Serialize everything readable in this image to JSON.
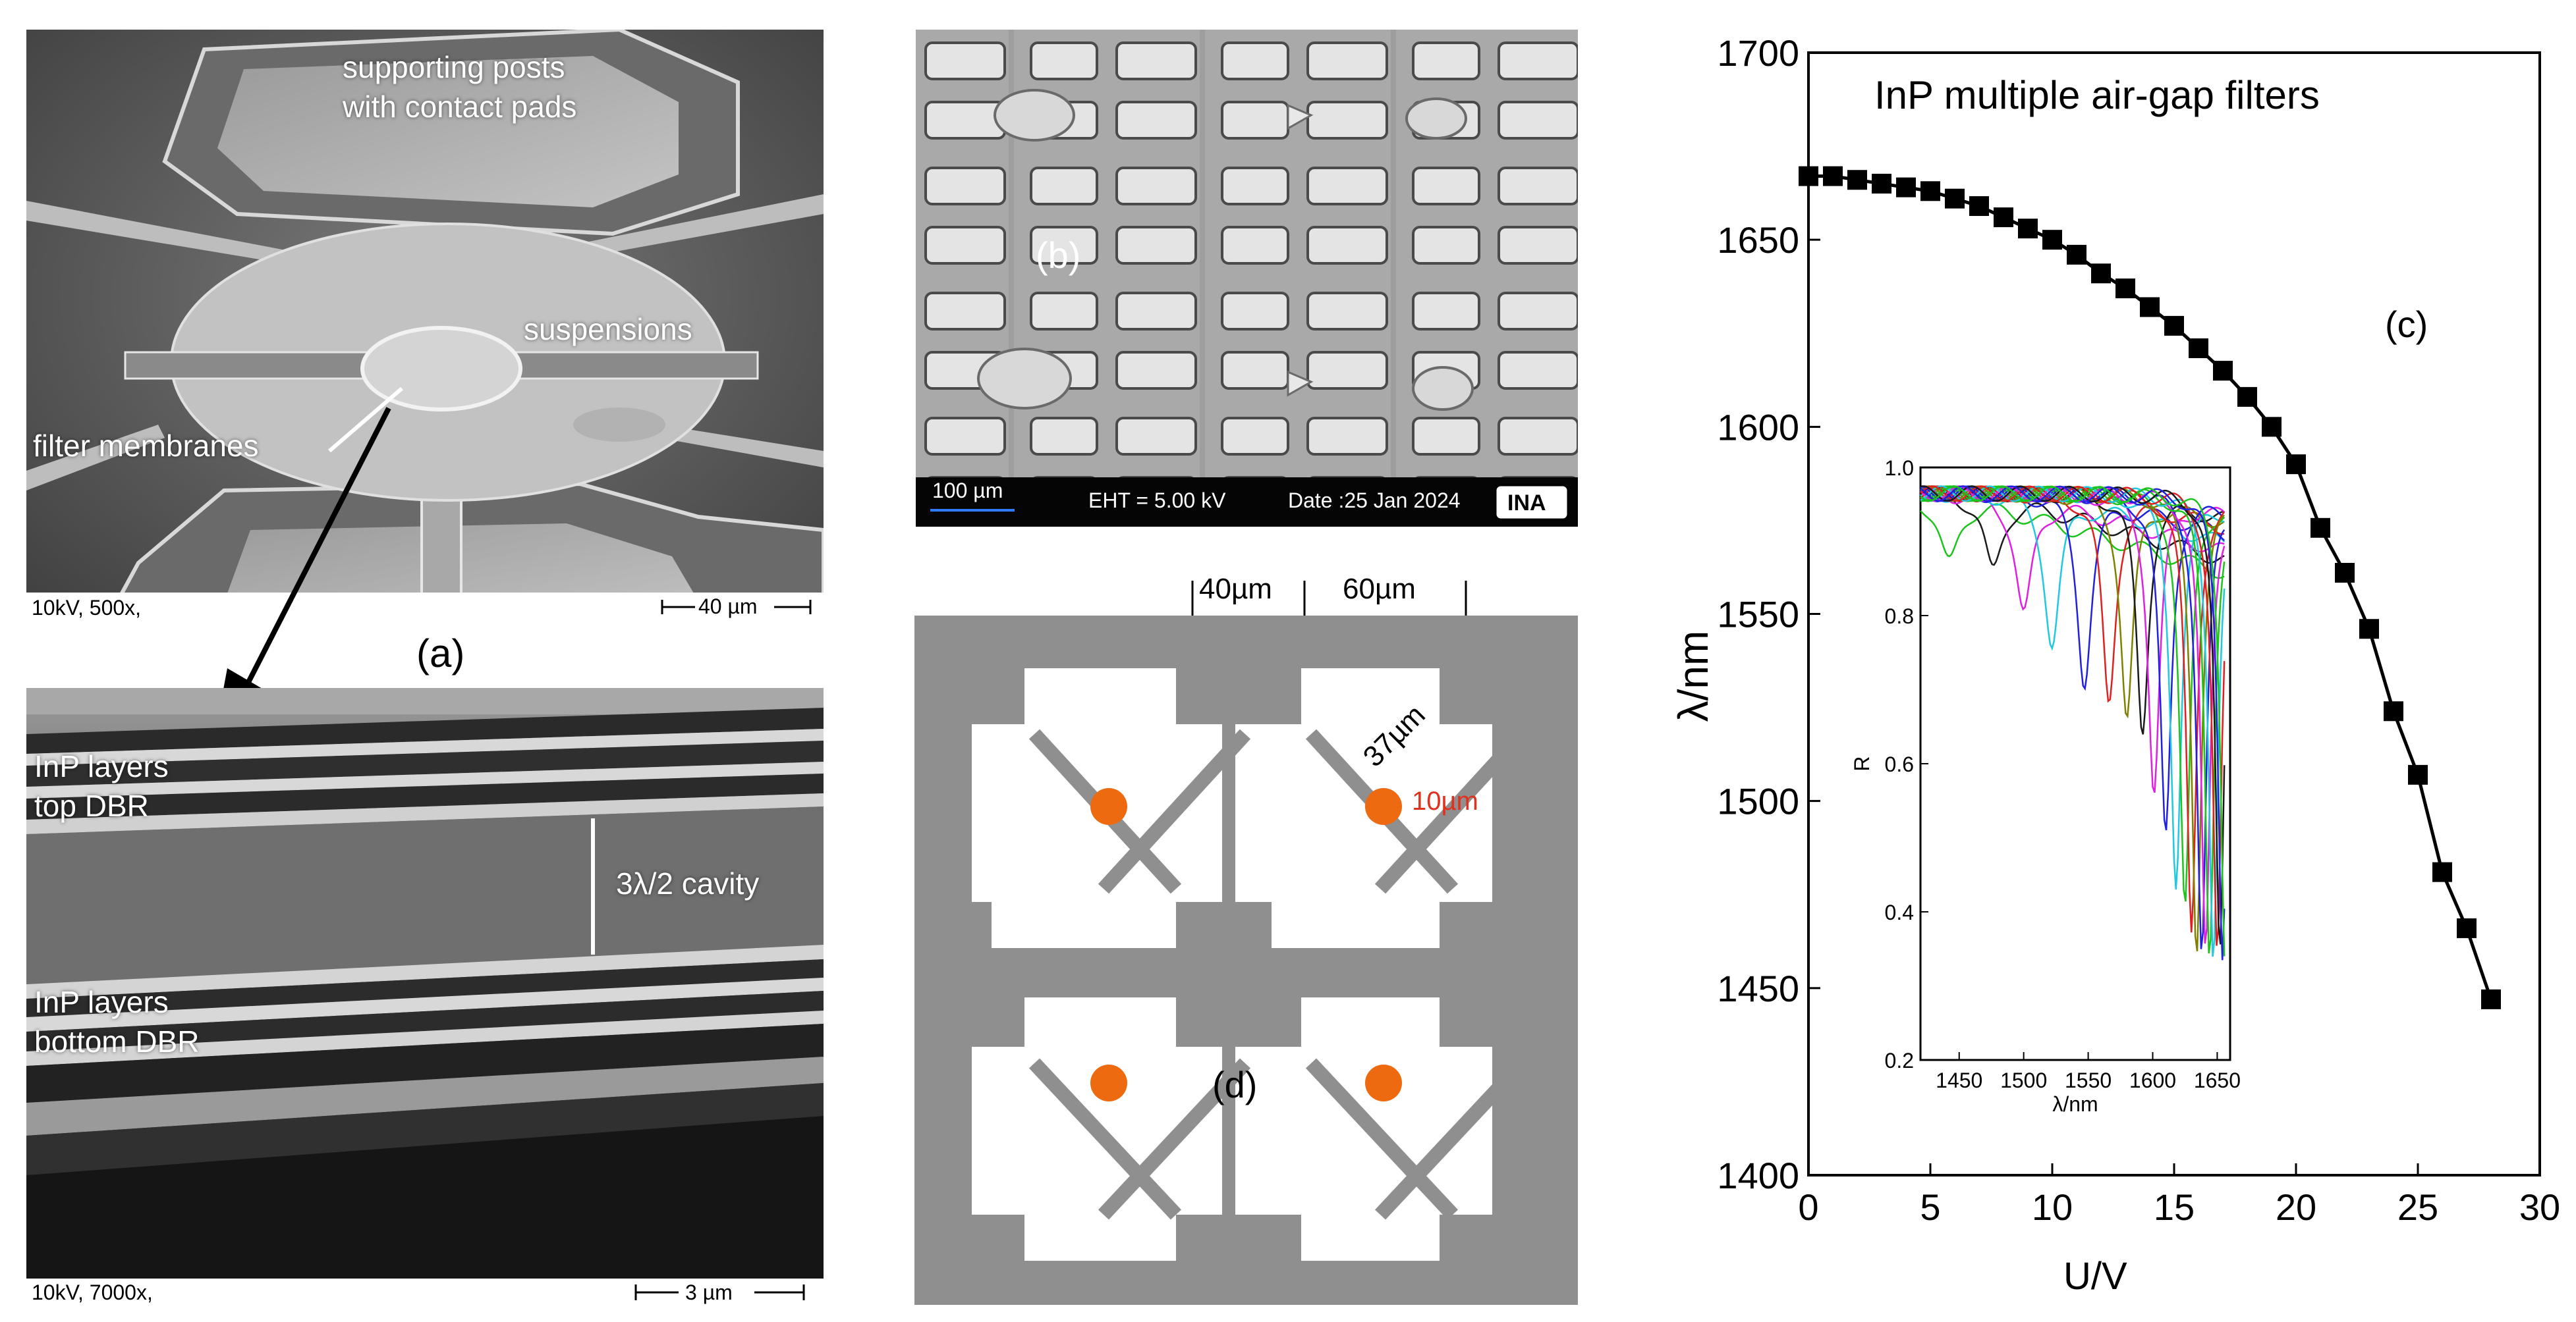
{
  "panel_a": {
    "label": "(a)",
    "top_image": {
      "labels": {
        "posts_line1": "supporting posts",
        "posts_line2": "with contact pads",
        "suspensions": "suspensions",
        "filter_membranes": "filter membranes"
      },
      "info": "10kV, 500x,",
      "scale": "40 µm"
    },
    "bottom_image": {
      "labels": {
        "top_line1": "InP layers",
        "top_line2": "top DBR",
        "cavity": "3λ/2  cavity",
        "bottom_line1": "InP layers",
        "bottom_line2": "bottom DBR"
      },
      "info": "10kV, 7000x,",
      "scale": "3 µm"
    }
  },
  "panel_b": {
    "label": "(b)",
    "scale": "100 µm",
    "eht": "EHT =  5.00 kV",
    "date": "Date :25 Jan 2024",
    "logo": "INA"
  },
  "panel_d": {
    "label": "(d)",
    "dim_40": "40µm",
    "dim_60": "60µm",
    "dim_37": "37µm",
    "dim_10": "10µm",
    "colors": {
      "frame": "#8f8f8f",
      "pad": "#ffffff",
      "dot": "#ee6a10",
      "dim_red": "#e0301e"
    }
  },
  "panel_c": {
    "label": "(c)",
    "title": "InP multiple air-gap filters",
    "xlabel": "U/V",
    "ylabel": "λ/nm",
    "inset": {
      "xlabel": "λ/nm",
      "ylabel": "R"
    }
  },
  "chart_data": [
    {
      "type": "line",
      "title": "InP multiple air-gap filters",
      "xlabel": "U/V",
      "ylabel": "λ/nm",
      "xlim": [
        0,
        30
      ],
      "ylim": [
        1400,
        1700
      ],
      "xticks": [
        0,
        5,
        10,
        15,
        20,
        25,
        30
      ],
      "yticks": [
        1400,
        1450,
        1500,
        1550,
        1600,
        1650,
        1700
      ],
      "marker": "square",
      "x": [
        0,
        1,
        2,
        3,
        4,
        5,
        6,
        7,
        8,
        9,
        10,
        11,
        12,
        13,
        14,
        15,
        16,
        17,
        18,
        19,
        20,
        21,
        22,
        23,
        24,
        25,
        26,
        27,
        28
      ],
      "y": [
        1667,
        1667,
        1666,
        1665,
        1664,
        1663,
        1661,
        1659,
        1656,
        1653,
        1650,
        1646,
        1641,
        1637,
        1632,
        1627,
        1621,
        1615,
        1608,
        1600,
        1590,
        1573,
        1561,
        1546,
        1524,
        1507,
        1481,
        1466,
        1447
      ]
    },
    {
      "type": "line",
      "xlabel": "λ/nm",
      "ylabel": "R",
      "xlim": [
        1420,
        1660
      ],
      "ylim": [
        0.2,
        1.0
      ],
      "xticks": [
        1450,
        1500,
        1550,
        1600,
        1650
      ],
      "yticks": [
        0.2,
        0.4,
        0.6,
        0.8,
        1.0
      ],
      "series": [
        {
          "color": "#1cc41c",
          "dip_x": 1442,
          "dip_y": 0.87
        },
        {
          "color": "#1a1a1a",
          "dip_x": 1476,
          "dip_y": 0.86
        },
        {
          "color": "#e020e0",
          "dip_x": 1500,
          "dip_y": 0.8
        },
        {
          "color": "#20c8e0",
          "dip_x": 1522,
          "dip_y": 0.76
        },
        {
          "color": "#2020e0",
          "dip_x": 1547,
          "dip_y": 0.71
        },
        {
          "color": "#e02020",
          "dip_x": 1566,
          "dip_y": 0.68
        },
        {
          "color": "#808000",
          "dip_x": 1580,
          "dip_y": 0.66
        },
        {
          "color": "#1a1a1a",
          "dip_x": 1592,
          "dip_y": 0.64
        },
        {
          "color": "#e020e0",
          "dip_x": 1601,
          "dip_y": 0.56
        },
        {
          "color": "#2020e0",
          "dip_x": 1610,
          "dip_y": 0.5
        },
        {
          "color": "#20c8e0",
          "dip_x": 1618,
          "dip_y": 0.44
        },
        {
          "color": "#1cc41c",
          "dip_x": 1625,
          "dip_y": 0.4
        },
        {
          "color": "#e02020",
          "dip_x": 1630,
          "dip_y": 0.37
        },
        {
          "color": "#808000",
          "dip_x": 1634,
          "dip_y": 0.35
        },
        {
          "color": "#2020e0",
          "dip_x": 1638,
          "dip_y": 0.34
        },
        {
          "color": "#e020e0",
          "dip_x": 1641,
          "dip_y": 0.34
        },
        {
          "color": "#1cc41c",
          "dip_x": 1644,
          "dip_y": 0.34
        },
        {
          "color": "#20c8e0",
          "dip_x": 1647,
          "dip_y": 0.34
        },
        {
          "color": "#e02020",
          "dip_x": 1650,
          "dip_y": 0.34
        },
        {
          "color": "#1a1a1a",
          "dip_x": 1652,
          "dip_y": 0.34
        },
        {
          "color": "#2020e0",
          "dip_x": 1654,
          "dip_y": 0.34
        },
        {
          "color": "#1cc41c",
          "dip_x": 1656,
          "dip_y": 0.34
        }
      ]
    }
  ]
}
